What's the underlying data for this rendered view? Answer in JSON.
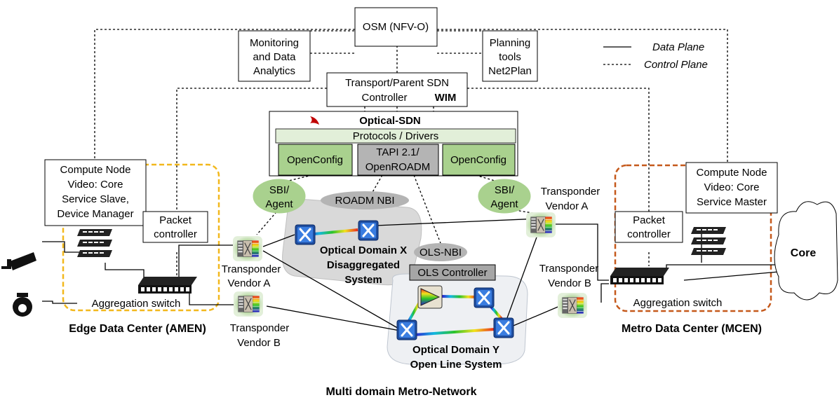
{
  "legend": {
    "data_plane": "Data Plane",
    "control_plane": "Control Plane"
  },
  "boxes": {
    "osm": "OSM (NFV-O)",
    "monitoring": [
      "Monitoring",
      "and Data",
      "Analytics"
    ],
    "planning": [
      "Planning",
      "tools",
      "Net2Plan"
    ],
    "sdn": [
      "Transport/Parent SDN",
      "Controller",
      "WIM"
    ],
    "optical_sdn": "Optical-SDN",
    "onos_logo": "onos",
    "protocols": "Protocols / Drivers",
    "openconfig_left": "OpenConfig",
    "openconfig_right": "OpenConfig",
    "tapi": [
      "TAPI 2.1/",
      "OpenROADM"
    ],
    "compute_left": [
      "Compute Node",
      "Video: Core",
      "Service Slave,",
      "Device Manager"
    ],
    "compute_right": [
      "Compute Node",
      "Video: Core",
      "Service Master"
    ],
    "packet_left": [
      "Packet",
      "controller"
    ],
    "packet_right": [
      "Packet",
      "controller"
    ],
    "sbi_left": [
      "SBI/",
      "Agent"
    ],
    "sbi_right": [
      "SBI/",
      "Agent"
    ],
    "roadm_nbi": "ROADM NBI",
    "ols_nbi": "OLS-NBI",
    "ols_controller": "OLS Controller",
    "core": "Core"
  },
  "labels": {
    "domain_x": [
      "Optical Domain X",
      "Disaggregated",
      "System"
    ],
    "domain_y": [
      "Optical Domain Y",
      "Open Line System"
    ],
    "tp_a_left": [
      "Transponder",
      "Vendor A"
    ],
    "tp_b_left": [
      "Transponder",
      "Vendor B"
    ],
    "tp_a_right": [
      "Transponder",
      "Vendor A"
    ],
    "tp_b_right": [
      "Transponder",
      "Vendor B"
    ],
    "agg_left": "Aggregation switch",
    "agg_right": "Aggregation switch",
    "edge_dc": "Edge Data Center (AMEN)",
    "metro_dc": "Metro Data Center (MCEN)",
    "caption": "Multi domain Metro-Network"
  },
  "colors": {
    "edge_border": "#f2b81d",
    "metro_border": "#c5591b",
    "module_green": "#a9d18e",
    "nbi_gray": "#b4b4b4",
    "onos_red": "#c00000"
  }
}
